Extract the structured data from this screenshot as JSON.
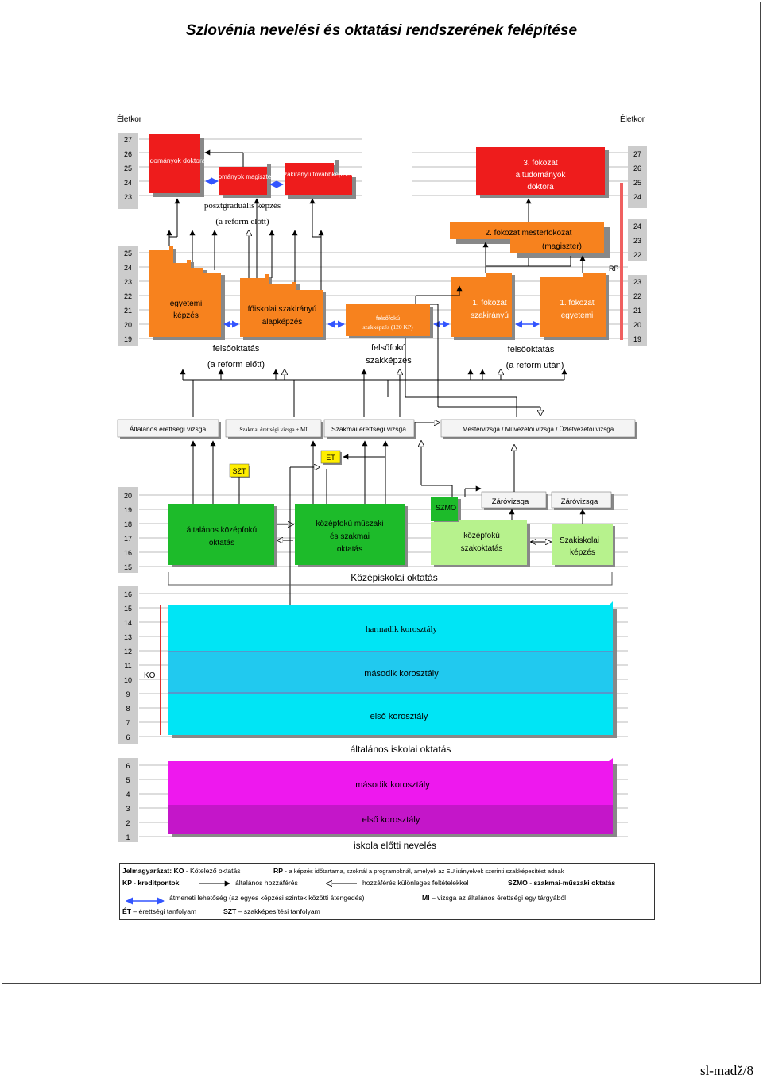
{
  "header": {
    "title": "Szlovénia nevelési és oktatási rendszerének felépítése"
  },
  "footer": {
    "code": "sl-madž/8"
  },
  "axis": {
    "label_left": "Életkor",
    "label_right": "Életkor",
    "left_top": [
      "27",
      "26",
      "25",
      "24",
      "23"
    ],
    "left_mid": [
      "25",
      "24",
      "23",
      "22",
      "21",
      "20",
      "19"
    ],
    "right_top": [
      "27",
      "26",
      "25",
      "24"
    ],
    "right_mid1": [
      "24",
      "23",
      "22"
    ],
    "right_mid2": [
      "23",
      "22",
      "21",
      "20",
      "19"
    ],
    "left_sec": [
      "20",
      "19",
      "18",
      "17",
      "16",
      "15"
    ],
    "left_ko": [
      "16",
      "15",
      "14",
      "13",
      "12",
      "11",
      "10",
      "9",
      "8",
      "7",
      "6"
    ],
    "left_pre": [
      "6",
      "5",
      "4",
      "3",
      "2",
      "1"
    ]
  },
  "boxes": {
    "tud_doktora": "tudományok doktora",
    "tud_magiszter": "tudományok magisztere",
    "szakiranyu_tovabb": "szakirányú továbbképzés",
    "posztgrad": "posztgraduális képzés",
    "posztgrad2": "(a reform előtt)",
    "fok3_a": "3. fokozat",
    "fok3_b": "a tudományok",
    "fok3_c": "doktora",
    "fok2_a": "2. fokozat mesterfokozat",
    "fok2_b": "(magiszter)",
    "rp": "RP",
    "egyetemi_a": "egyetemi",
    "egyetemi_b": "képzés",
    "foiskolai_a": "főiskolai szakirányú",
    "foiskolai_b": "alapképzés",
    "felsofoku_a": "felsőfokú",
    "felsofoku_b": "szakképzés (120 KP)",
    "fok1_szak_a": "1. fokozat",
    "fok1_szak_b": "szakirányú",
    "fok1_egy_a": "1. fokozat",
    "fok1_egy_b": "egyetemi",
    "felsookt_elott_a": "felsőoktatás",
    "felsookt_elott_b": "(a reform előtt)",
    "felsofoku_szak_a": "felsőfokú",
    "felsofoku_szak_b": "szakképzés",
    "felsookt_utan_a": "felsőoktatás",
    "felsookt_utan_b": "(a reform után)",
    "alt_erettsegi": "Általános érettségi vizsga",
    "szak_erettsegi_mi": "Szakmai érettségi vizsga + MI",
    "szak_erettsegi": "Szakmai érettségi vizsga",
    "mestervizsga": "Mestervizsga  /  Művezetői  vizsga  /  Üzletvezetői vizsga",
    "et": "ÉT",
    "szt": "SZT",
    "alt_kozep_a": "általános középfokú",
    "alt_kozep_b": "oktatás",
    "kozep_muszaki_a": "középfokú műszaki",
    "kozep_muszaki_b": "és szakmai",
    "kozep_muszaki_c": "oktatás",
    "szmo": "SZMO",
    "zarovizsga1": "Záróvizsga",
    "zarovizsga2": "Záróvizsga",
    "kozep_szak_a": "középfokú",
    "kozep_szak_b": "szakoktatás",
    "szakiskolai_a": "Szakiskolai",
    "szakiskolai_b": "képzés",
    "kozepiskolai": "Középiskolai oktatás",
    "harmadik": "harmadik korosztály",
    "masodik": "második korosztály",
    "elso": "első korosztály",
    "ko": "KO",
    "altalanos_isk": "általános iskolai oktatás",
    "masodik_pre": "második korosztály",
    "elso_pre": "első korosztály",
    "iskola_elotti": "iskola előtti nevelés"
  },
  "legend": {
    "l1a": "Jelmagyarázat:",
    "l1b": "KO -",
    "l1c": "Kötelező oktatás",
    "l1d": "RP -",
    "l1e": "a képzés időtartama, szoknál a programoknál, amelyek az EU irányelvek szerinti szakképesítést adnak",
    "l2a": "KP - kreditpontok",
    "l2b": "általános hozzáférés",
    "l2c": "hozzáférés különleges feltételekkel",
    "l2d": "SZMO - szakmai-műszaki oktatás",
    "l3a": "átmeneti lehetőség (az egyes képzési szintek közötti átengedés)",
    "l3b": "MI",
    "l3c": "– vizsga az általános érettségi egy tárgyából",
    "l4a": "ÉT",
    "l4b": "– érettségi tanfolyam",
    "l4c": "SZT",
    "l4d": "– szakképesítési tanfolyam"
  },
  "colors": {
    "red": "#ee1c1c",
    "orange": "#f7821e",
    "green": "#1dbb2a",
    "lightgreen": "#b7f28d",
    "cyan": "#00e5f5",
    "cyan2": "#21c9ef",
    "magenta": "#ee18ee",
    "purple": "#c416c9",
    "yellow": "#ffee00",
    "blue": "#3355ff"
  }
}
